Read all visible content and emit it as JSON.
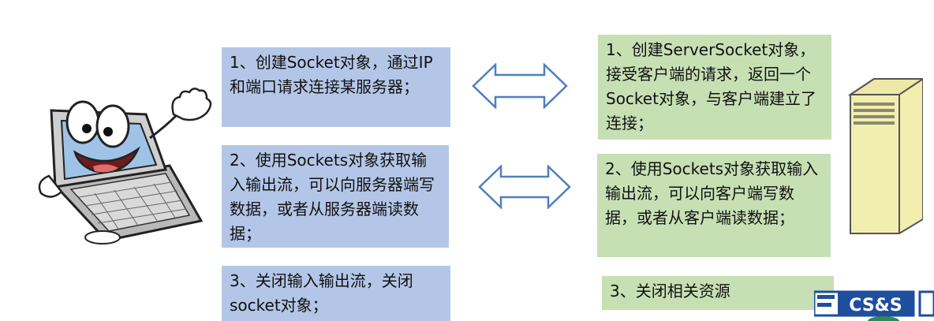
{
  "client_steps": [
    "1、创建Socket对象，通过IP和端口请求连接某服务器；",
    "2、使用Sockets对象获取输入输出流，可以向服务器端写数据，或者从服务器端读数据；",
    "3、关闭输入输出流，关闭socket对象；"
  ],
  "server_steps": [
    "1、创建ServerSocket对象，接受客户端的请求，返回一个Socket对象，与客户端建立了连接；",
    "2、使用Sockets对象获取输入输出流，可以向客户端写数据，或者从客户端读数据；",
    "3、关闭相关资源"
  ],
  "logo": {
    "text": "CS&S",
    "colors": {
      "blue": "#1f4e9c",
      "green": "#2e8b57"
    }
  },
  "colors": {
    "client_box": "#b4c6e7",
    "server_box": "#c6e0b4",
    "arrow_stroke": "#4f7fbf",
    "server_body": "#f2eeb0"
  }
}
